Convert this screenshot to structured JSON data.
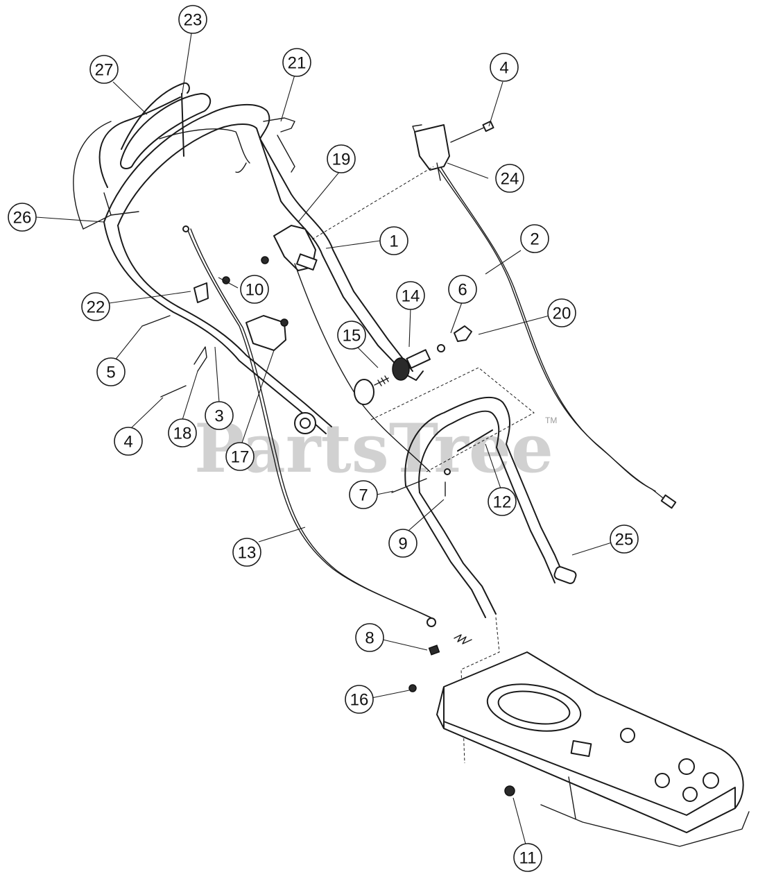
{
  "watermark": {
    "text": "PartsTree",
    "tm": "TM"
  },
  "callouts": [
    {
      "id": "23",
      "label": "23"
    },
    {
      "id": "27",
      "label": "27"
    },
    {
      "id": "21",
      "label": "21"
    },
    {
      "id": "4a",
      "label": "4"
    },
    {
      "id": "19",
      "label": "19"
    },
    {
      "id": "24",
      "label": "24"
    },
    {
      "id": "26",
      "label": "26"
    },
    {
      "id": "1",
      "label": "1"
    },
    {
      "id": "2",
      "label": "2"
    },
    {
      "id": "10",
      "label": "10"
    },
    {
      "id": "22",
      "label": "22"
    },
    {
      "id": "14",
      "label": "14"
    },
    {
      "id": "6",
      "label": "6"
    },
    {
      "id": "20",
      "label": "20"
    },
    {
      "id": "15",
      "label": "15"
    },
    {
      "id": "5",
      "label": "5"
    },
    {
      "id": "3",
      "label": "3"
    },
    {
      "id": "4b",
      "label": "4"
    },
    {
      "id": "18",
      "label": "18"
    },
    {
      "id": "17",
      "label": "17"
    },
    {
      "id": "7",
      "label": "7"
    },
    {
      "id": "12",
      "label": "12"
    },
    {
      "id": "9",
      "label": "9"
    },
    {
      "id": "13",
      "label": "13"
    },
    {
      "id": "25",
      "label": "25"
    },
    {
      "id": "8",
      "label": "8"
    },
    {
      "id": "16",
      "label": "16"
    },
    {
      "id": "11",
      "label": "11"
    }
  ]
}
